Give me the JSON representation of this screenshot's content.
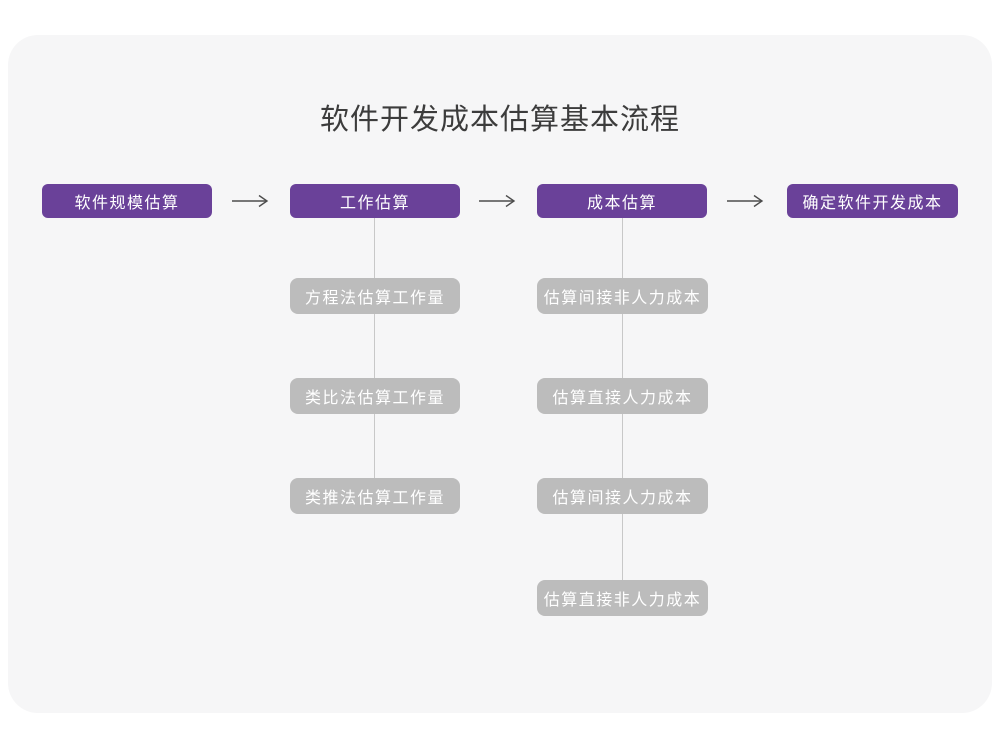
{
  "title": "软件开发成本估算基本流程",
  "flow": {
    "main_steps": [
      {
        "label": "软件规模估算"
      },
      {
        "label": "工作估算"
      },
      {
        "label": "成本估算"
      },
      {
        "label": "确定软件开发成本"
      }
    ],
    "work_estimation_methods": [
      "方程法估算工作量",
      "类比法估算工作量",
      "类推法估算工作量"
    ],
    "cost_estimation_steps": [
      "估算间接非人力成本",
      "估算直接人力成本",
      "估算间接人力成本",
      "估算直接非人力成本"
    ]
  },
  "colors": {
    "primary_purple": "#6a4199",
    "secondary_gray": "#bcbcbc",
    "connector_gray": "#c8c8c8",
    "arrow_dark": "#4d4d4d",
    "card_background": "#f6f6f7",
    "page_background": "#ffffff",
    "title_text": "#3c3c3c",
    "box_text": "#ffffff"
  }
}
